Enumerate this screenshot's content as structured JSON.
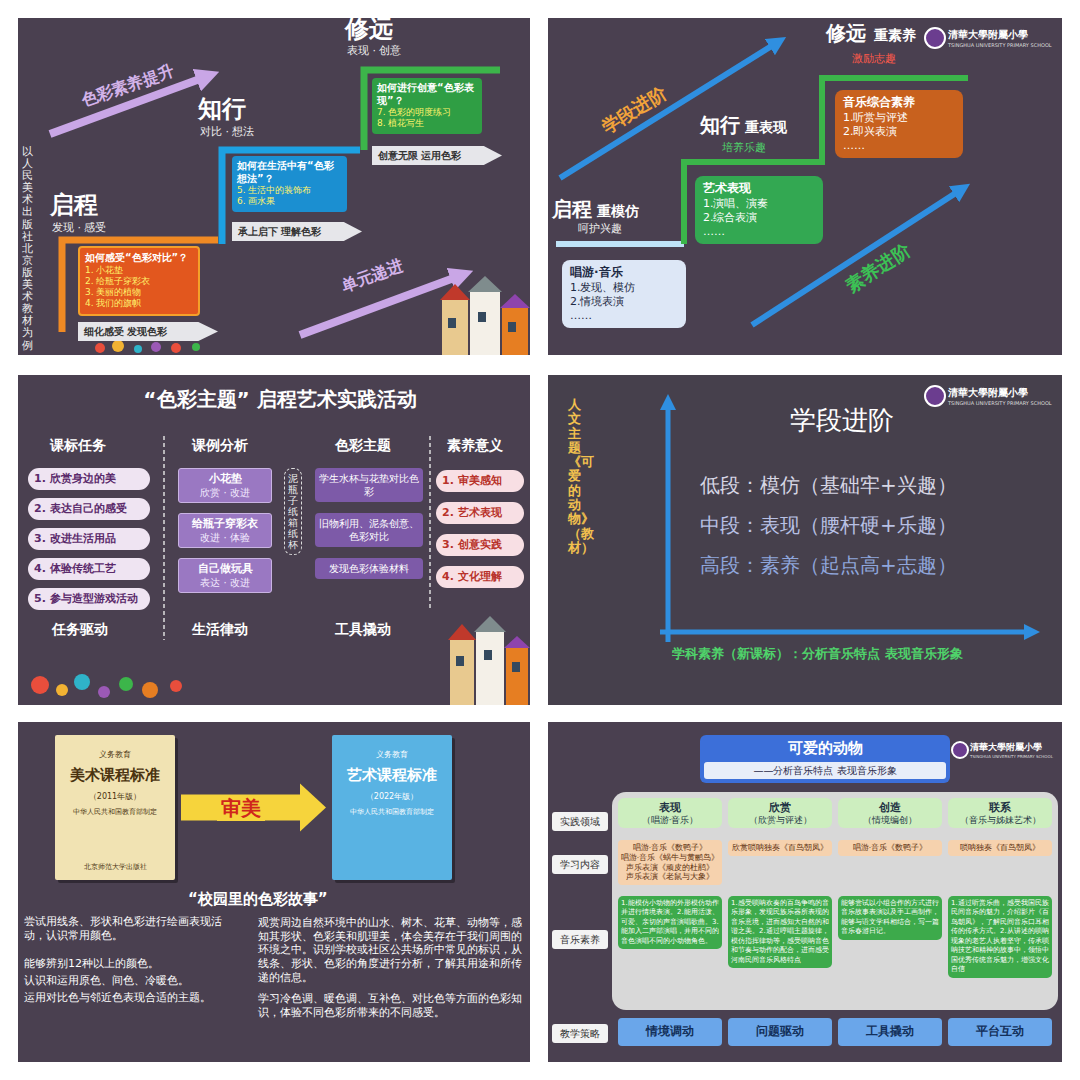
{
  "diagram": {
    "nodes": [
      {
        "text": [
          "如何感受“色彩对比”？",
          "1. 小花垫",
          "2. 给瓶子穿彩衣",
          "3. 美丽的植物",
          "4. 我们的旗帜"
        ]
      },
      {
        "text": [
          "细化感受 发现色彩"
        ]
      },
      {
        "text": [
          "如何在生活中有“色彩想法”？",
          "5. 生活中的装饰布",
          "6. 画水果"
        ]
      },
      {
        "text": [
          "承上启下 理解色彩"
        ]
      },
      {
        "text": [
          "如何进行创意“色彩表现”？",
          "7. 色彩的明度练习",
          "8. 植花写生"
        ]
      },
      {
        "text": [
          "创意无限 运用色彩"
        ]
      },
      {
        "text": [
          "唱游·音乐",
          "1.发现、模仿",
          "2.情境表演",
          "……"
        ]
      },
      {
        "text": [
          "艺术表现",
          "1.演唱、演奏",
          "2.综合表演",
          "……"
        ]
      },
      {
        "text": [
          "音乐综合素养",
          "1.听赏与评述",
          "2.即兴表演",
          "……"
        ]
      },
      {
        "text": [
          "1. 欣赏身边的美"
        ]
      },
      {
        "text": [
          "2. 表达自己的感受"
        ]
      },
      {
        "text": [
          "3. 改进生活用品"
        ]
      },
      {
        "text": [
          "4. 体验传统工艺"
        ]
      },
      {
        "text": [
          "5. 参与造型游戏活动"
        ]
      },
      {
        "text": [
          "小花垫",
          "欣赏 · 改进"
        ]
      },
      {
        "text": [
          "给瓶子穿彩衣",
          "改进 · 体验"
        ]
      },
      {
        "text": [
          "自己做玩具",
          "表达 · 改进"
        ]
      },
      {
        "text": [
          "泥瓶子纸箱纸杯"
        ]
      },
      {
        "text": [
          "学生水杯与花垫对比色彩"
        ]
      },
      {
        "text": [
          "旧物利用、泥条创意、色彩对比"
        ]
      },
      {
        "text": [
          "发现色彩体验材料"
        ]
      },
      {
        "text": [
          "1. 审美感知"
        ]
      },
      {
        "text": [
          "2. 艺术表现"
        ]
      },
      {
        "text": [
          "3. 创意实践"
        ]
      },
      {
        "text": [
          "4. 文化理解"
        ]
      },
      {
        "text": [
          "义务教育",
          "美术课程标准",
          "（2011年版）",
          "中华人民共和国教育部制定",
          "北京师范大学出版社"
        ]
      },
      {
        "text": [
          "义务教育",
          "艺术课程标准",
          "（2022年版）",
          "中华人民共和国教育部制定"
        ]
      },
      {
        "text": [
          "可爱的动物",
          "——分析音乐特点 表现音乐形象"
        ]
      },
      {
        "text": [
          "实践领域"
        ]
      },
      {
        "text": [
          "表现",
          "（唱游·音乐）"
        ]
      },
      {
        "text": [
          "欣赏",
          "（欣赏与评述）"
        ]
      },
      {
        "text": [
          "创造",
          "（情境编创）"
        ]
      },
      {
        "text": [
          "联系",
          "（音乐与姊妹艺术）"
        ]
      },
      {
        "text": [
          "学习内容"
        ]
      },
      {
        "text": [
          "唱游·音乐《数鸭子》",
          "唱游·音乐《蜗牛与黄鹂鸟》",
          "声乐表演《顽皮的杜鹃》",
          "声乐表演《老鼠与大象》"
        ]
      },
      {
        "text": [
          "欣赏唢呐独奏《百鸟朝凤》"
        ]
      },
      {
        "text": [
          "唱游·音乐《数鸭子》"
        ]
      },
      {
        "text": [
          "唢呐独奏《百鸟朝凤》"
        ]
      },
      {
        "text": [
          "音乐素养"
        ]
      },
      {
        "text": [
          "1.能模仿小动物的外形模仿动作并进行情境表演。2.能用活泼、可爱、亲切的声音演唱歌曲。3.能加入二声部演唱，并用不同的音色演唱不同的小动物角色。"
        ]
      },
      {
        "text": [
          "1.感受唢呐欢奏的百鸟争鸣的音乐形象，发现民族乐器所表现的音乐意境，进而感知大自然的和谐之美。2.通过哼唱主题旋律，模仿指挥律动等，感受唢呐音色和节奏与动作的配合，进而感受河南民间音乐风格特点"
        ]
      },
      {
        "text": [
          "能够尝试以小组合作的方式进行音乐故事表演以及手工画制作，能够与语文学科相结合，写一篇音乐春游日记。"
        ]
      },
      {
        "text": [
          "1.通过听赏乐曲，感受我国民族民间音乐的魅力，介绍影片《百鸟朝凤》，了解民间音乐口耳相传的传承方式。2.从讲述的唢呐现象的老艺人执着坚守，传承唢呐技艺和精神的故事中，领悟中国优秀传统音乐魅力，增强文化自信"
        ]
      },
      {
        "text": [
          "教学策略"
        ]
      },
      {
        "text": [
          "情境调动"
        ]
      },
      {
        "text": [
          "问题驱动"
        ]
      },
      {
        "text": [
          "工具撬动"
        ]
      },
      {
        "text": [
          "平台互动"
        ]
      }
    ],
    "edges": [
      {
        "from": 25,
        "to": 26,
        "label": "审美",
        "arrow": "to"
      }
    ],
    "labels": [
      "以人民美术出版社北京版美术教材为例",
      "色彩素养提升",
      "启程",
      "发现 · 感受",
      "知行",
      "对比 · 想法",
      "修远",
      "表现 · 创意",
      "单元递进",
      "学段进阶",
      "修远",
      "重素养",
      "激励志趣",
      "知行",
      "重表现",
      "培养乐趣",
      "启程",
      "重模仿",
      "呵护兴趣",
      "素养进阶",
      "清華大學附屬小學",
      "TSINGHUA UNIVERSITY PRIMARY SCHOOL",
      "“色彩主题” 启程艺术实践活动",
      "课标任务",
      "课例分析",
      "色彩主题",
      "素养意义",
      "任务驱动",
      "生活律动",
      "工具撬动",
      "人文主题《可爱的动物》（教材）",
      "学段进阶",
      "低段：模仿（基础牢+兴趣）",
      "中段：表现（腰杆硬+乐趣）",
      "高段：素养（起点高+志趣）",
      "学科素养（新课标）：分析音乐特点 表现音乐形象",
      "清華大學附屬小學",
      "TSINGHUA UNIVERSITY PRIMARY SCHOOL",
      "“校园里的色彩故事”",
      "尝试用线条、形状和色彩进行绘画表现活动，认识常用颜色。",
      "能够辨别12种以上的颜色。",
      "认识和运用原色、间色、冷暖色。",
      "运用对比色与邻近色表现合适的主题。",
      "观赏周边自然环境中的山水、树木、花草、动物等，感知其形状、色彩美和肌理美，体会美存在于我们周围的环境之中。识别学校或社区公共场所中常见的标识，从线条、形状、色彩的角度进行分析，了解其用途和所传递的信息。",
      "学习冷色调、暖色调、互补色、对比色等方面的色彩知识，体验不同色彩所带来的不同感受。",
      "清華大學附屬小學",
      "TSINGHUA UNIVERSITY PRIMARY SCHOOL"
    ]
  }
}
